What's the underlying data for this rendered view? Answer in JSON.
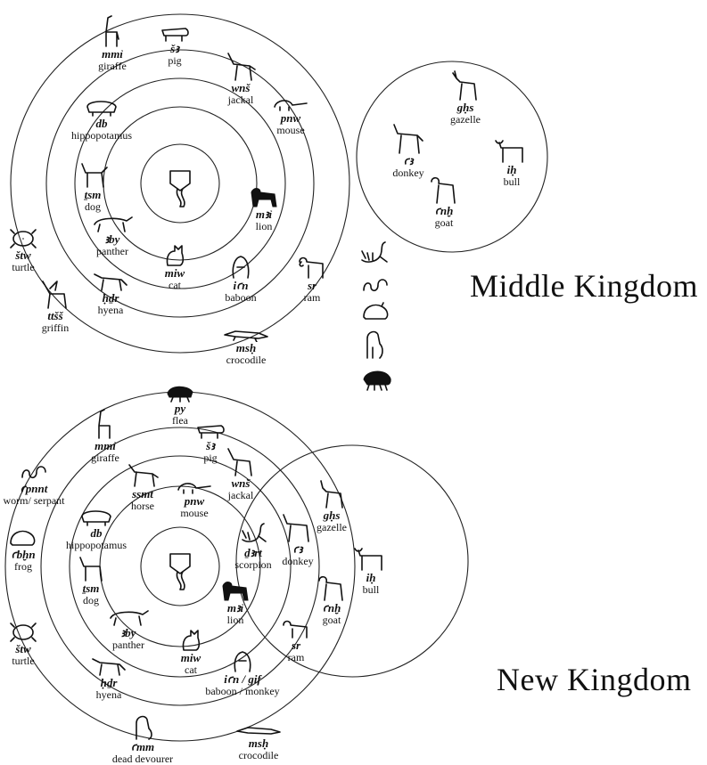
{
  "titles": {
    "middle": "Middle Kingdom",
    "new": "New Kingdom"
  },
  "middle_kingdom": {
    "animals": [
      {
        "id": "giraffe",
        "translit": "mmỉ",
        "gloss": "giraffe"
      },
      {
        "id": "pig",
        "translit": "šꜣ",
        "gloss": "pig"
      },
      {
        "id": "jackal",
        "translit": "wnš",
        "gloss": "jackal"
      },
      {
        "id": "mouse",
        "translit": "pnw",
        "gloss": "mouse"
      },
      {
        "id": "hippopotamus",
        "translit": "db",
        "gloss": "hippopotamus"
      },
      {
        "id": "dog",
        "translit": "ṯsm",
        "gloss": "dog"
      },
      {
        "id": "lion",
        "translit": "mꜣỉ",
        "gloss": "lion"
      },
      {
        "id": "panther",
        "translit": "ꜣby",
        "gloss": "panther"
      },
      {
        "id": "cat",
        "translit": "miw",
        "gloss": "cat"
      },
      {
        "id": "turtle",
        "translit": "štw",
        "gloss": "turtle"
      },
      {
        "id": "baboon",
        "translit": "iꜥn",
        "gloss": "baboon"
      },
      {
        "id": "ram",
        "translit": "sr",
        "gloss": "ram"
      },
      {
        "id": "griffin",
        "translit": "ttšš",
        "gloss": "griffin"
      },
      {
        "id": "hyena",
        "translit": "ḥḏr",
        "gloss": "hyena"
      },
      {
        "id": "crocodile",
        "translit": "msḥ",
        "gloss": "crocodile"
      },
      {
        "id": "gazelle",
        "translit": "gḥs",
        "gloss": "gazelle"
      },
      {
        "id": "donkey",
        "translit": "ꜥꜣ",
        "gloss": "donkey"
      },
      {
        "id": "bull",
        "translit": "iḥ",
        "gloss": "bull"
      },
      {
        "id": "goat",
        "translit": "ꜥnḫ",
        "gloss": "goat"
      }
    ]
  },
  "new_kingdom": {
    "animals": [
      {
        "id": "flea",
        "translit": "py",
        "gloss": "flea"
      },
      {
        "id": "giraffe",
        "translit": "mmỉ",
        "gloss": "giraffe"
      },
      {
        "id": "pig",
        "translit": "šꜣ",
        "gloss": "pig"
      },
      {
        "id": "worm",
        "translit": "ꜥpnnt",
        "gloss": "worm/ serpant"
      },
      {
        "id": "horse",
        "translit": "ssmt",
        "gloss": "horse"
      },
      {
        "id": "jackal",
        "translit": "wnš",
        "gloss": "jackal"
      },
      {
        "id": "mouse",
        "translit": "pnw",
        "gloss": "mouse"
      },
      {
        "id": "gazelle",
        "translit": "gḥs",
        "gloss": "gazelle"
      },
      {
        "id": "hippopotamus",
        "translit": "db",
        "gloss": "hippopotamus"
      },
      {
        "id": "frog",
        "translit": "ꜥbḫn",
        "gloss": "frog"
      },
      {
        "id": "scorpion",
        "translit": "ḏꜣrt",
        "gloss": "scorpion"
      },
      {
        "id": "donkey",
        "translit": "ꜥꜣ",
        "gloss": "donkey"
      },
      {
        "id": "bull",
        "translit": "iḥ",
        "gloss": "bull"
      },
      {
        "id": "dog",
        "translit": "ṯsm",
        "gloss": "dog"
      },
      {
        "id": "lion",
        "translit": "mꜣỉ",
        "gloss": "lion"
      },
      {
        "id": "goat",
        "translit": "ꜥnḫ",
        "gloss": "goat"
      },
      {
        "id": "panther",
        "translit": "ꜣby",
        "gloss": "panther"
      },
      {
        "id": "cat",
        "translit": "miw",
        "gloss": "cat"
      },
      {
        "id": "turtle",
        "translit": "štw",
        "gloss": "turtle"
      },
      {
        "id": "ram",
        "translit": "sr",
        "gloss": "ram"
      },
      {
        "id": "baboon",
        "translit": "iꜥn / gif",
        "gloss": "baboon / monkey"
      },
      {
        "id": "hyena",
        "translit": "ḥḏr",
        "gloss": "hyena"
      },
      {
        "id": "dead-devourer",
        "translit": "ꜥmm",
        "gloss": "dead devourer"
      },
      {
        "id": "crocodile",
        "translit": "msḥ",
        "gloss": "crocodile"
      }
    ]
  },
  "icons": {
    "center_sign": "placenta-sign-icon",
    "middle_side_glyphs": [
      "scorpion-icon",
      "serpent-icon",
      "frog-icon",
      "dead-devourer-icon",
      "flea-icon"
    ]
  }
}
